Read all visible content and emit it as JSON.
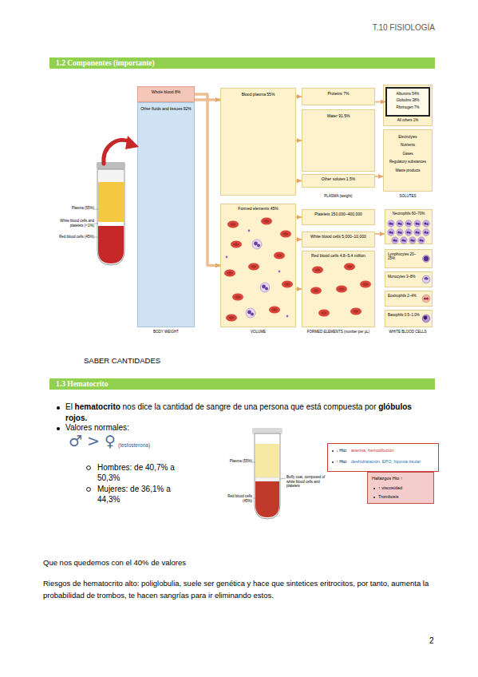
{
  "diagram": {
    "nodes": [
      {
        "text": [
          "1.2 Componentes (importante)"
        ]
      },
      {
        "text": [
          "Whole blood 8%"
        ]
      },
      {
        "text": [
          "Other fluids and tissues 92%"
        ]
      },
      {
        "text": [
          "Blood plasma 55%"
        ]
      },
      {
        "text": [
          "Formed elements 45%"
        ]
      },
      {
        "text": [
          "Proteins 7%"
        ]
      },
      {
        "text": [
          "Water 91.5%"
        ]
      },
      {
        "text": [
          "Other solutes 1.5%"
        ]
      },
      {
        "text": [
          "All others 1%"
        ]
      },
      {
        "text": [
          "Albumins 54%",
          "Globulins 38%",
          "Fibrinogen 7%"
        ],
        "in": 8
      },
      {
        "text": [
          "Electrolytes",
          "Nutrients",
          "Gases",
          "Regulatory substances",
          "Waste products"
        ]
      },
      {
        "text": [
          "Platelets 150,000–400,000"
        ]
      },
      {
        "text": [
          "White blood cells 5,000–10,000"
        ]
      },
      {
        "text": [
          "Red blood cells 4.8–5.4 million"
        ]
      },
      {
        "text": [
          "Neutrophils 60–70%"
        ]
      },
      {
        "text": [
          "Lymphocytes 20–25%"
        ]
      },
      {
        "text": [
          "Monocytes 3–8%"
        ]
      },
      {
        "text": [
          "Eosinophils 2–4%"
        ]
      },
      {
        "text": [
          "Basophils 0.5–1.0%"
        ]
      },
      {
        "text": [
          "1.3 Hematocrito"
        ]
      },
      {
        "text": [
          "↓ Hto:",
          "anemia, hemodilución",
          "↑ Hto:",
          "deshidratación, EPO, hipoxia tisular"
        ]
      },
      {
        "text": [
          "Hallazgos Hto ↑",
          "↑ viscosidad",
          "Trombosis"
        ]
      }
    ],
    "edges": [
      {
        "from": 1,
        "to": 3,
        "arrow": "to"
      },
      {
        "from": 1,
        "to": 4,
        "arrow": "to"
      },
      {
        "from": 3,
        "to": 5,
        "arrow": "to"
      },
      {
        "from": 3,
        "to": 6,
        "arrow": "to"
      },
      {
        "from": 3,
        "to": 7,
        "arrow": "to"
      },
      {
        "from": 5,
        "to": 9,
        "arrow": "to"
      },
      {
        "from": 7,
        "to": 10,
        "arrow": "to"
      },
      {
        "from": 4,
        "to": 11,
        "arrow": "to"
      },
      {
        "from": 4,
        "to": 12,
        "arrow": "to"
      },
      {
        "from": 4,
        "to": 13,
        "arrow": "to"
      },
      {
        "from": 12,
        "to": 14,
        "arrow": "to"
      }
    ],
    "labels": [
      "T.10 FISIOLOGÍA",
      "Plasma (55%)",
      "White blood cells and platelets (<1%)",
      "Red blood cells (45%)",
      "PLASMA (weight)",
      "SOLUTES",
      "BODY WEIGHT",
      "VOLUME",
      "FORMED ELEMENTS (number per µL)",
      "WHITE BLOOD CELLS",
      "SABER CANTIDADES",
      "El",
      "hematocrito",
      "nos dice la cantidad de sangre de una persona que está compuesta por",
      "glóbulos rojos.",
      "Valores normales:",
      "♂ > ♀",
      "(testosterona)",
      "Hombres: de 40,7% a 50,3%",
      "Mujeres: de 36,1% a 44,3%",
      "Plasma (55%)",
      "Buffy coat, composed of white blood cells and platelets",
      "Red blood cells (45%)",
      "Que nos quedemos con el 40% de valores",
      "Riesgos de hematocrito alto: poliglobulia, suele ser genética y hace que sintetices eritrocitos, por tanto, aumenta la probabilidad de trombos, te hacen sangrías para ir eliminando estos.",
      "2"
    ]
  }
}
